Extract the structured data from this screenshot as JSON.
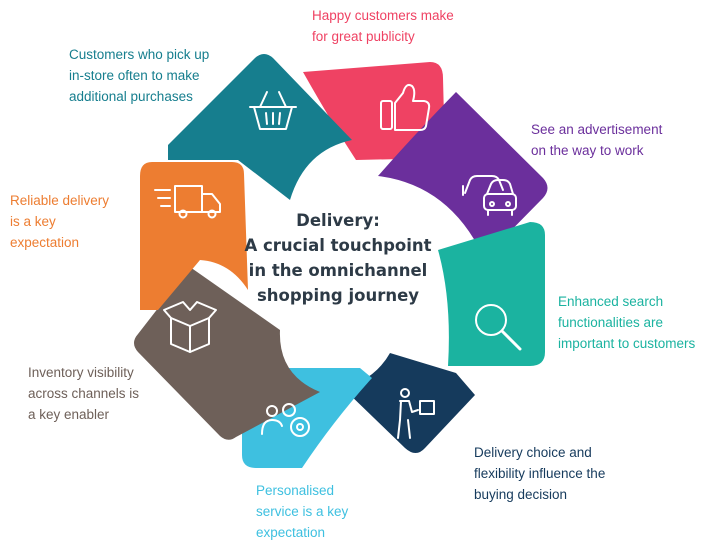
{
  "center": {
    "lines": [
      "Delivery:",
      "A crucial touchpoint",
      "in the omnichannel",
      "shopping journey"
    ]
  },
  "segments": [
    {
      "key": "publicity",
      "color": "#ef4263",
      "icon": "thumbs-up-icon",
      "lines": [
        "Happy customers make",
        "for great publicity"
      ]
    },
    {
      "key": "advertisement",
      "color": "#6b2f9c",
      "icon": "cars-icon",
      "lines": [
        "See an advertisement",
        "on the way to work"
      ]
    },
    {
      "key": "search",
      "color": "#1bb3a0",
      "icon": "search-icon",
      "lines": [
        "Enhanced search",
        "functionalities are",
        "important to customers"
      ]
    },
    {
      "key": "delivery-choice",
      "color": "#153a5c",
      "icon": "delivery-person-icon",
      "lines": [
        "Delivery choice and",
        "flexibility influence the",
        "buying decision"
      ]
    },
    {
      "key": "personalised",
      "color": "#3ec0e0",
      "icon": "people-gear-icon",
      "lines": [
        "Personalised",
        "service is a key",
        "expectation"
      ]
    },
    {
      "key": "inventory",
      "color": "#6e6059",
      "icon": "box-icon",
      "lines": [
        "Inventory visibility",
        "across channels is",
        "a key enabler"
      ]
    },
    {
      "key": "reliable",
      "color": "#ed7d31",
      "icon": "truck-icon",
      "lines": [
        "Reliable delivery",
        "is a key",
        "expectation"
      ]
    },
    {
      "key": "pickup",
      "color": "#167e8e",
      "icon": "basket-icon",
      "lines": [
        "Customers who pick up",
        "in-store often to make",
        "additional purchases"
      ]
    }
  ]
}
